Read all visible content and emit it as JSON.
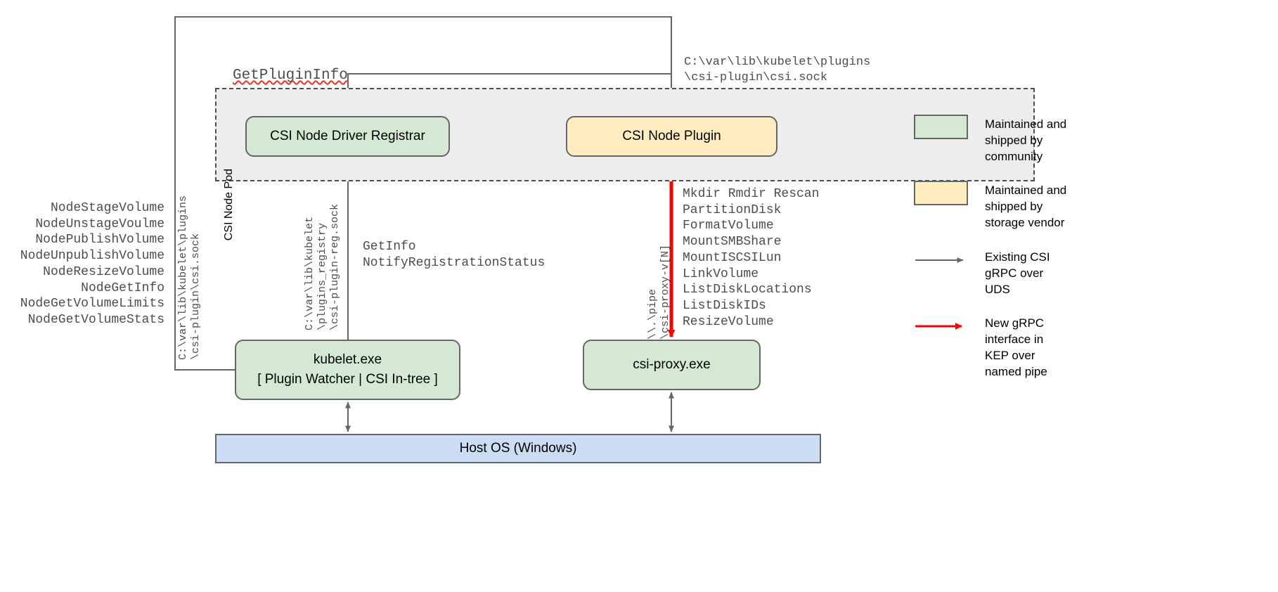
{
  "diagram": {
    "pod": {
      "label": "CSI Node Pod"
    },
    "boxes": {
      "registrar": "CSI Node Driver Registrar",
      "plugin": "CSI Node Plugin",
      "kubelet_line1": "kubelet.exe",
      "kubelet_line2": "[ Plugin Watcher | CSI In-tree ]",
      "csiproxy": "csi-proxy.exe",
      "hostos": "Host OS (Windows)"
    },
    "labels": {
      "getplugininfo": "GetPluginInfo",
      "plugin_socket_path": "C:\\var\\lib\\kubelet\\plugins\n\\csi-plugin\\csi.sock",
      "kubelet_rpcs": "GetInfo\nNotifyRegistrationStatus",
      "vertical_csi_sock": "C:\\var\\lib\\kubelet\\plugins\n\\csi-plugin\\csi.sock",
      "vertical_registry_sock": "C:\\var\\lib\\kubelet\n\\plugins_registry\n\\csi-plugin-reg.sock",
      "vertical_named_pipe": "\\\\.\\pipe\n\\csi-proxy-v[N]"
    },
    "node_operations": [
      "NodeStageVolume",
      "NodeUnstageVoulme",
      "NodePublishVolume",
      "NodeUnpublishVolume",
      "NodeResizeVolume",
      "NodeGetInfo",
      "NodeGetVolumeLimits",
      "NodeGetVolumeStats"
    ],
    "proxy_apis": [
      "Mkdir Rmdir Rescan",
      "PartitionDisk",
      "FormatVolume",
      "MountSMBShare",
      "MountISCSILun",
      "LinkVolume",
      "ListDiskLocations",
      "ListDiskIDs",
      "ResizeVolume"
    ],
    "legend": [
      {
        "kind": "swatch",
        "color": "#d5e8d4",
        "text": "Maintained and\nshipped by\ncommunity"
      },
      {
        "kind": "swatch",
        "color": "#ffedc0",
        "text": "Maintained and\nshipped by\nstorage vendor"
      },
      {
        "kind": "arrow",
        "color": "#666666",
        "text": "Existing CSI\ngRPC over\nUDS"
      },
      {
        "kind": "arrow",
        "color": "#ff0000",
        "text": "New gRPC\ninterface in\nKEP over\nnamed pipe"
      }
    ],
    "colors": {
      "community_green": "#d5e8d4",
      "vendor_yellow": "#ffedc0",
      "host_blue": "#cbdcf4",
      "pod_grey": "#ededed",
      "stroke_grey": "#666666",
      "new_grpc_red": "#ff0000"
    }
  }
}
